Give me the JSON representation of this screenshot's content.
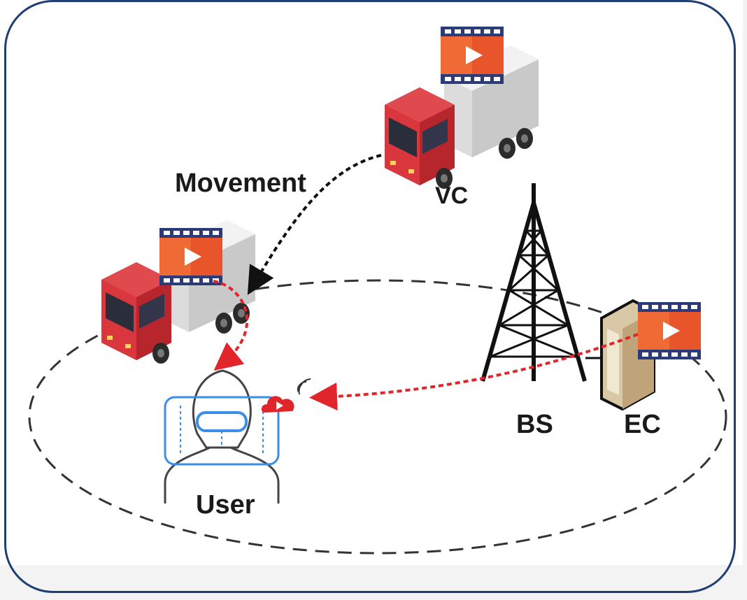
{
  "labels": {
    "movement": "Movement",
    "vc": "VC",
    "bs": "BS",
    "ec": "EC",
    "user": "User"
  },
  "colors": {
    "frame": "#1f3f73",
    "truck_red": "#d9363e",
    "video_orange": "#e8552a",
    "film_blue": "#2b3a78",
    "red_dash": "#e0262b",
    "vr_blue": "#3b8ee8"
  },
  "icons": [
    "truck-icon",
    "video-icon",
    "tower-icon",
    "server-icon",
    "vr-user-icon",
    "cloud-video-icon",
    "signal-icon"
  ]
}
